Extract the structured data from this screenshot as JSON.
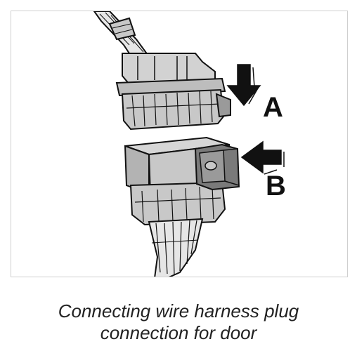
{
  "figure": {
    "callouts": {
      "a": "A",
      "b": "B"
    }
  },
  "caption": {
    "line1": "Connecting wire harness plug",
    "line2": "connection for door"
  },
  "colors": {
    "outline": "#111111",
    "connector_fill": "#c8c8c8",
    "connector_shade": "#9a9a9a",
    "latch_fill": "#7a7a7a",
    "wire_fill": "#e6e6e6",
    "frame_border": "#cfcfcf"
  }
}
